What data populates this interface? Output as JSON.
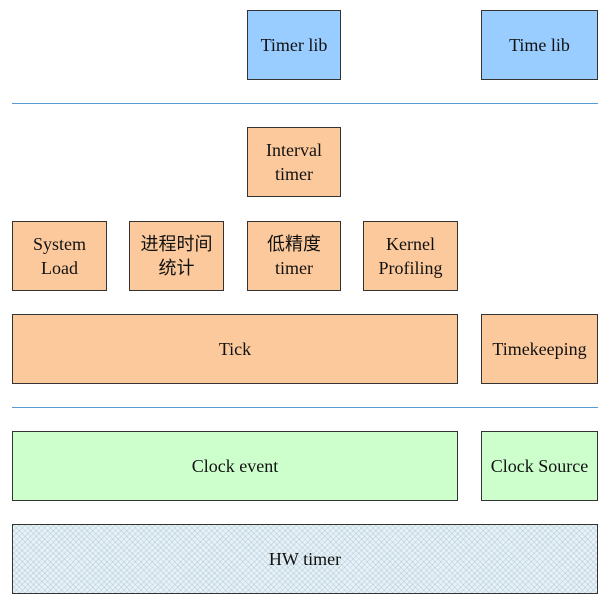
{
  "top_layer": {
    "timer_lib": "Timer lib",
    "time_lib": "Time lib"
  },
  "middle_layer": {
    "interval_timer": "Interval\ntimer",
    "system_load": "System\nLoad",
    "process_time_stats": "进程时间\n统计",
    "low_res_timer": "低精度\ntimer",
    "kernel_profiling": "Kernel\nProfiling",
    "tick": "Tick",
    "timekeeping": "Timekeeping"
  },
  "bottom_layer": {
    "clock_event": "Clock event",
    "clock_source": "Clock Source",
    "hw_timer": "HW timer"
  },
  "colors": {
    "lib_box": "#99ccff",
    "kernel_box": "#fcc99c",
    "clock_box": "#ccffcc",
    "divider": "#5b9bd5"
  }
}
